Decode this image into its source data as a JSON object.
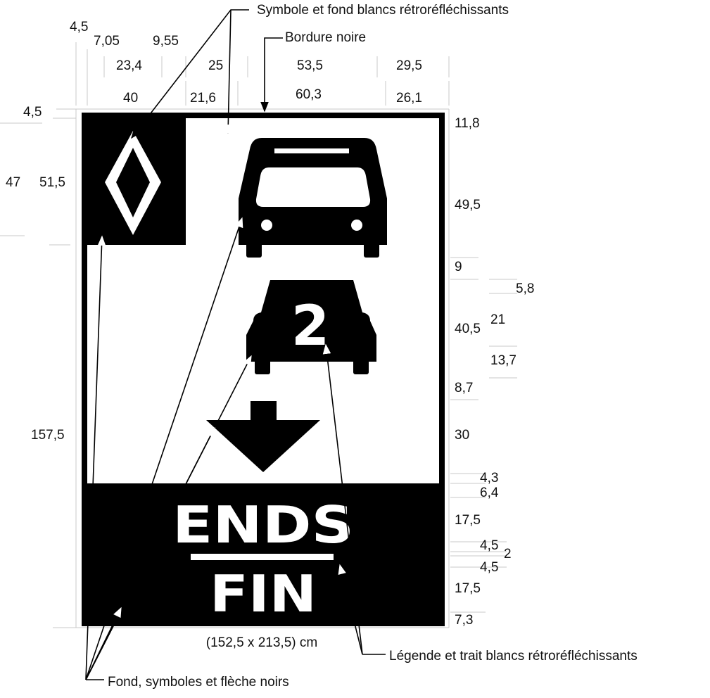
{
  "callouts": {
    "top": "Symbole et fond blancs rétroréfléchissants",
    "border": "Bordure noire",
    "legend_right": "Légende et trait blancs rétroréfléchissants",
    "bottom": "Fond, symboles et flèche noirs"
  },
  "sign": {
    "size_label": "(152,5 x 213,5) cm",
    "number": "2",
    "legend_top": "ENDS",
    "legend_bottom": "FIN"
  },
  "dims": {
    "top_row1": [
      "4,5",
      "7,05",
      "9,55"
    ],
    "top_row2": [
      "23,4",
      "25",
      "53,5",
      "29,5"
    ],
    "top_row3": [
      "40",
      "21,6",
      "60,3",
      "26,1"
    ],
    "left": [
      "4,5",
      "47",
      "51,5",
      "157,5"
    ],
    "right": [
      "11,8",
      "49,5",
      "9",
      "5,8",
      "40,5",
      "21",
      "13,7",
      "8,7",
      "30",
      "4,3",
      "6,4",
      "17,5",
      "4,5",
      "2",
      "4,5",
      "17,5",
      "7,3"
    ]
  },
  "colors": {
    "sign_black": "#000000",
    "sign_white": "#ffffff",
    "guide": "#c8c8c8"
  }
}
